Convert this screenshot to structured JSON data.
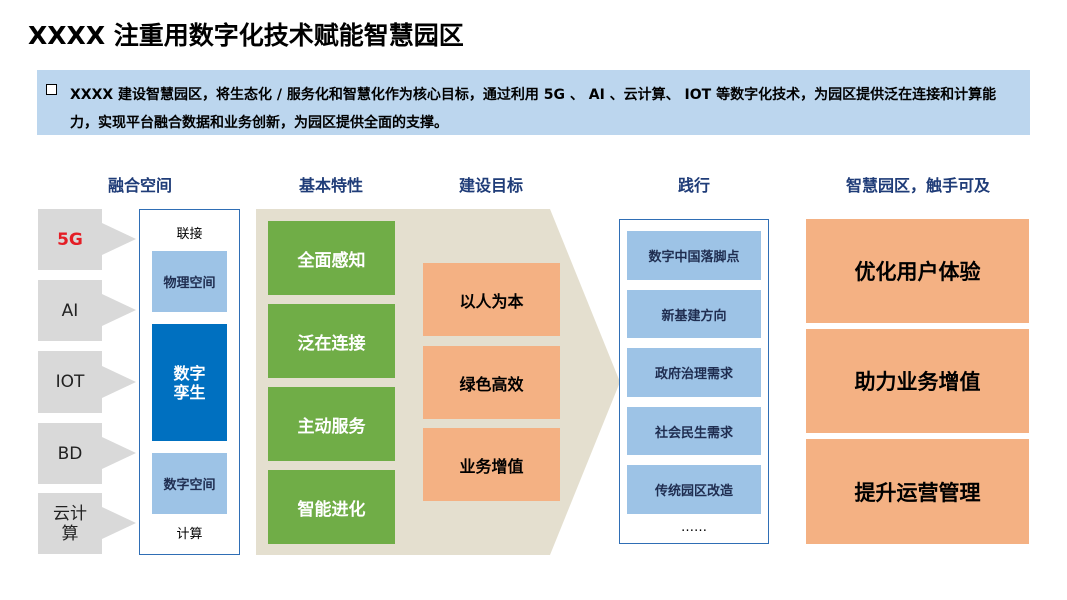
{
  "title": "XXXX 注重用数字化技术赋能智慧园区",
  "banner": {
    "text": "XXXX 建设智慧园区，将生态化 / 服务化和智慧化作为核心目标，通过利用 5G 、 AI 、云计算、 IOT 等数字化技术，为园区提供泛在连接和计算能力，实现平台融合数据和业务创新，为园区提供全面的支撑。"
  },
  "headers": {
    "fusion": "融合空间",
    "features": "基本特性",
    "goals": "建设目标",
    "practice": "践行",
    "smart": "智慧园区，触手可及"
  },
  "techs": [
    "5G",
    "AI",
    "IOT",
    "BD",
    "云计算"
  ],
  "fusion": {
    "top_label": "联接",
    "physical": "物理空间",
    "twin": "数字孪生",
    "digital": "数字空间",
    "bottom_label": "计算"
  },
  "features": [
    "全面感知",
    "泛在连接",
    "主动服务",
    "智能进化"
  ],
  "goals": [
    "以人为本",
    "绿色高效",
    "业务增值"
  ],
  "practice": [
    "数字中国落脚点",
    "新基建方向",
    "政府治理需求",
    "社会民生需求",
    "传统园区改造",
    "……"
  ],
  "outcomes": [
    "优化用户体验",
    "助力业务增值",
    "提升运营管理"
  ],
  "colors": {
    "banner_bg": "#bcd6ee",
    "header_text": "#1f3c78",
    "tech_gray": "#d9d9d9",
    "highlight_red": "#e41e26",
    "light_blue": "#9dc3e6",
    "dark_blue": "#0070c0",
    "green": "#70ad47",
    "orange": "#f4b183",
    "beige_arrow": "#e4dfcf"
  }
}
